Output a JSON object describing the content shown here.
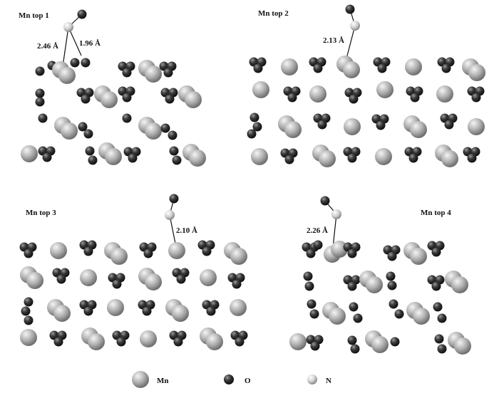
{
  "panels": [
    {
      "title": "Mn top 1",
      "distances": [
        "2.46 Å",
        "1.96 Å"
      ]
    },
    {
      "title": "Mn top 2",
      "distances": [
        "2.13 Å"
      ]
    },
    {
      "title": "Mn top 3",
      "distances": [
        "2.10 Å"
      ]
    },
    {
      "title": "Mn top 4",
      "distances": [
        "2.26 Å"
      ]
    }
  ],
  "legend": [
    {
      "label": "Mn",
      "icon": "mn-atom-icon",
      "color": "#a8a8a8"
    },
    {
      "label": "O",
      "icon": "o-atom-icon",
      "color": "#2f2f2f"
    },
    {
      "label": "N",
      "icon": "n-atom-icon",
      "color": "#d0d0d0"
    }
  ],
  "colors": {
    "mn": "#a9a9a9",
    "o": "#303030",
    "n": "#d6d6d6",
    "bond": "#111111"
  }
}
